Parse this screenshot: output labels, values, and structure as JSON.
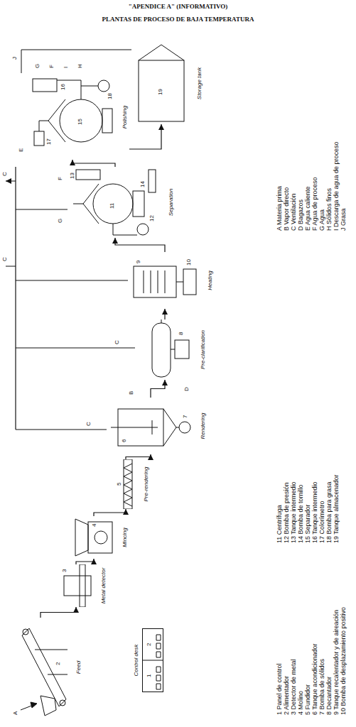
{
  "diagram": {
    "title": "\"APENDICE A\" (INFORMATIVO)",
    "nodes": [
      {
        "text": [
          "A",
          "2",
          "Feed"
        ]
      },
      {
        "text": [
          "Control desk",
          "1",
          "2"
        ]
      },
      {
        "text": [
          "3",
          "Metal detector"
        ]
      },
      {
        "text": [
          "4",
          "Mincing"
        ]
      },
      {
        "text": [
          "5",
          "Pre-rendering"
        ]
      },
      {
        "text": [
          "6",
          "7",
          "Rendering"
        ]
      },
      {
        "text": [
          "8",
          "Pre-clarification"
        ]
      },
      {
        "text": [
          "9",
          "10",
          "Heating"
        ]
      },
      {
        "text": [
          "11",
          "12",
          "13",
          "14",
          "Separation"
        ]
      },
      {
        "text": [
          "15",
          "16",
          "17",
          "18",
          "Polishing"
        ]
      },
      {
        "text": [
          "19",
          "Storage tank"
        ]
      }
    ],
    "edges": [
      {
        "from": 0,
        "to": 2,
        "arrow": "to"
      },
      {
        "from": 2,
        "to": 3,
        "arrow": "to"
      },
      {
        "from": 3,
        "to": 4,
        "arrow": "to"
      },
      {
        "from": 4,
        "to": 5,
        "arrow": "to"
      },
      {
        "from": 5,
        "to": 6,
        "arrow": "to"
      },
      {
        "from": 6,
        "to": 7,
        "arrow": "to"
      },
      {
        "from": 7,
        "to": 8,
        "arrow": "to"
      },
      {
        "from": 8,
        "to": 9,
        "arrow": "to"
      },
      {
        "from": 9,
        "to": 10,
        "arrow": "to"
      }
    ],
    "labels": [
      "PLANTAS DE PROCESO DE BAJA TEMPERATURA",
      "C",
      "C",
      "C",
      "C",
      "B",
      "D",
      "E",
      "F",
      "G",
      "H",
      "I",
      "F",
      "G",
      "J",
      "1 Panel de control",
      "2 Alimentador",
      "3 Detector de metal",
      "4 Molino",
      "5 Fundidor",
      "6 Tanque acondicionador",
      "7 Bomba de sólidos",
      "8 Decantador",
      "9 Tanque recalentador y de aireación",
      "10 Bomba de desplazamiento positivo",
      "11 Centrífuga",
      "12 Bomba de presión",
      "13 Tanque intermedio",
      "14 Bomba de tornillo",
      "15 Separador",
      "16 Tanque intermedio",
      "17 Colorímetro",
      "18 Bomba para grasa",
      "19 Tanque almacenador",
      "A Materia prima",
      "B Vapor directo",
      "C Ventilación",
      "D Bagazos",
      "E Agua caliente",
      "F Agua de proceso",
      "G Agua",
      "H Sólidos finos",
      "I Descarga de agua de proceso",
      "J Grasa"
    ]
  }
}
